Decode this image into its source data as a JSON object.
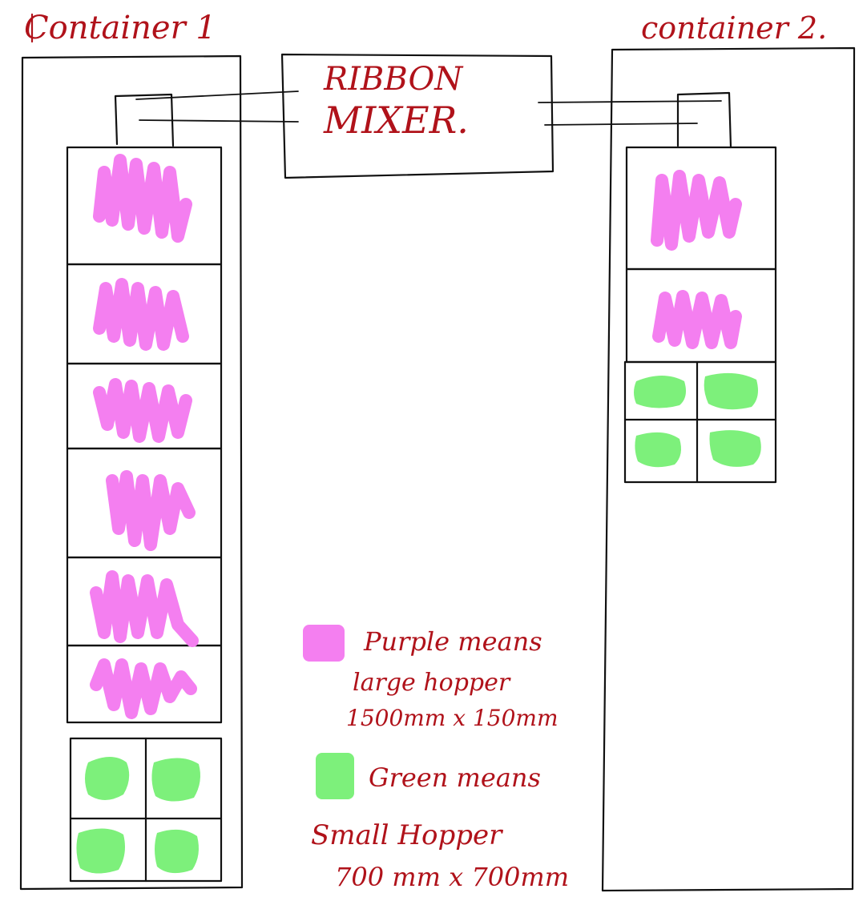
{
  "colors": {
    "ink": "#111111",
    "handwriting": "#b0121a",
    "large_hopper": "#f47ff0",
    "small_hopper": "#7df07b",
    "background": "#ffffff"
  },
  "containers": [
    {
      "label": "Container 1",
      "large_hoppers": 6,
      "small_hoppers": 4
    },
    {
      "label": "container 2.",
      "large_hoppers": 2,
      "small_hoppers": 4
    }
  ],
  "mixer": {
    "line1": "RIBBON",
    "line2": "MIXER."
  },
  "legend": {
    "purple": {
      "line1": "Purple means",
      "line2": "large hopper",
      "line3": "1500mm x 150mm"
    },
    "green": {
      "line1": "Green means",
      "line2": "Small Hopper",
      "line3": "700 mm x 700mm"
    }
  }
}
